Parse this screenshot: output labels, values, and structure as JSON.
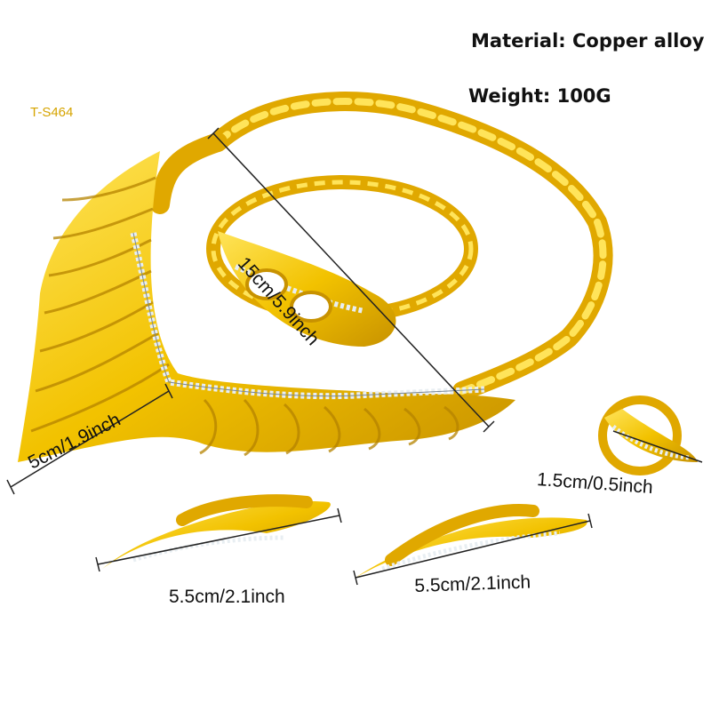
{
  "product": {
    "material": "Material: Copper alloy",
    "weight": "Weight: 100G",
    "sku": "T-S464"
  },
  "dimensions": {
    "necklace": "15cm/5.9inch",
    "drop": "5cm/1.9inch",
    "ring": "1.5cm/0.5inch",
    "earring_left": "5.5cm/2.1inch",
    "earring_right": "5.5cm/2.1inch"
  },
  "colors": {
    "gold": "#f2c200",
    "gold_dark": "#c89200",
    "gold_light": "#ffe45a",
    "crystal": "#e8eef2",
    "line": "#222222"
  }
}
